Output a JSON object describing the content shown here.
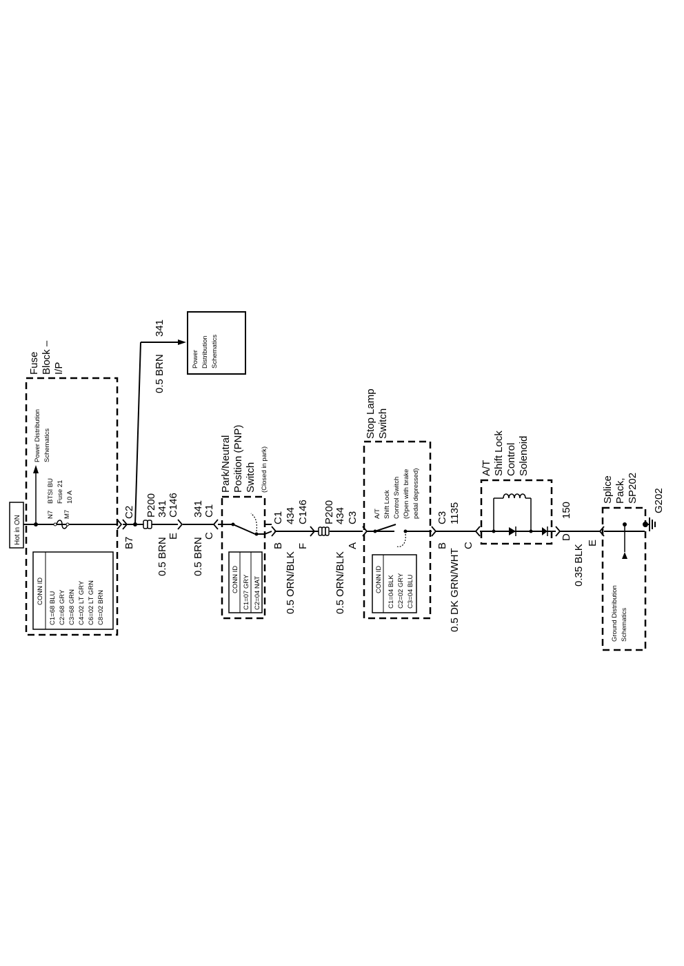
{
  "hot_in_on": "Hot in ON",
  "fuse_block": {
    "title_lines": [
      "Fuse",
      "Block –",
      "I/P"
    ],
    "conn_id_title": "CONN ID",
    "conn_ids": [
      "C1=68 BLU",
      "C2=68 GRY",
      "C3=68 GRN",
      "C4=02 LT GRY",
      "C6=02 LT GRN",
      "C8=02 BRN"
    ],
    "n7": "N7",
    "m7": "M7",
    "fuse_lines": [
      "BTSI BU",
      "Fuse 21",
      "10 A"
    ],
    "power_dist_lines": [
      "Power Distribution",
      "Schematics"
    ],
    "c2": "C2",
    "b7": "B7"
  },
  "branch": {
    "wire_size": "0.5 BRN",
    "circuit": "341",
    "power_dist_lines": [
      "Power",
      "Distribution",
      "Schematics"
    ]
  },
  "p200_a": {
    "name": "P200",
    "circuit": "341",
    "pin": "E",
    "connector": "C146",
    "wire": "0.5 BRN"
  },
  "pnp": {
    "circuit": "341",
    "conn_top": "C1",
    "pin_top": "C",
    "wire_in": "0.5 BRN",
    "title_lines": [
      "Park/Neutral",
      "Position (PNP)",
      "Switch"
    ],
    "note": "(Closed in park)",
    "conn_id_title": "CONN ID",
    "conn_ids": [
      "C1=07 GRY",
      "C2=04 NAT"
    ],
    "pin_out": "B",
    "conn_out": "C1",
    "circuit_out": "434",
    "connector_out": "C146",
    "pin_out2": "F",
    "wire_out": "0.5 ORN/BLK"
  },
  "p200_b": {
    "name": "P200",
    "circuit": "434",
    "conn": "C3",
    "pin": "A",
    "wire": "0.5 ORN/BLK"
  },
  "stop_lamp": {
    "title_lines": [
      "Stop Lamp",
      "Switch"
    ],
    "switch_lines": [
      "A/T",
      "Shift Lock",
      "Control Switch",
      "(Open with brake",
      "pedal depressed)"
    ],
    "conn_id_title": "CONN ID",
    "conn_ids": [
      "C1=04 BLK",
      "C2=02 GRY",
      "C3=04 BLU"
    ],
    "conn_out": "C3",
    "pin_out": "B",
    "circuit_out": "1135",
    "pin_out2": "C",
    "wire_out": "0.5 DK GRN/WHT"
  },
  "solenoid": {
    "title_lines": [
      "A/T",
      "Shift Lock",
      "Control",
      "Solenoid"
    ],
    "pin_out": "D",
    "circuit_out": "150",
    "pin_out2": "E",
    "wire_out": "0.35 BLK"
  },
  "splice": {
    "title_lines": [
      "Splice",
      "Pack,",
      "SP202"
    ],
    "ground": "G202",
    "ground_dist_lines": [
      "Ground Distribution",
      "Schematics"
    ]
  }
}
